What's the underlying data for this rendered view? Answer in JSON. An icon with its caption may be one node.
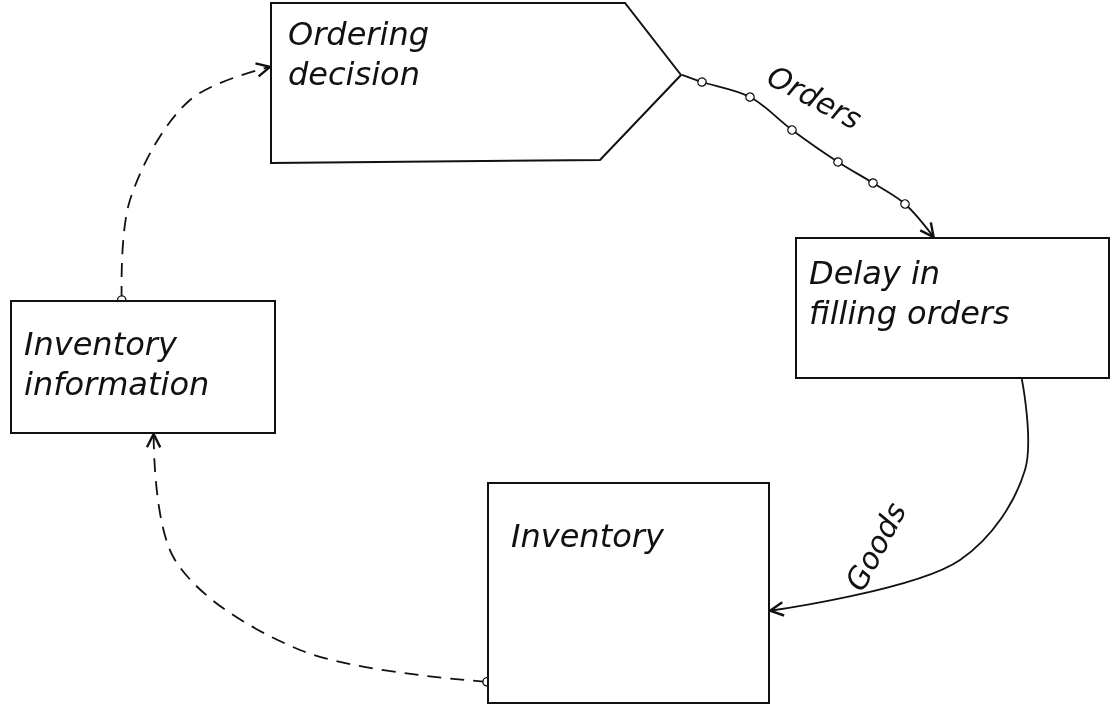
{
  "diagram": {
    "nodes": [
      {
        "text": [
          "Ordering decision"
        ]
      },
      {
        "text": [
          "Delay in filling orders"
        ]
      },
      {
        "text": [
          "Inventory information"
        ]
      },
      {
        "text": [
          "Inventory"
        ]
      }
    ],
    "edges": [
      {
        "from": 0,
        "to": 1,
        "arrow": "to",
        "label": "Orders"
      },
      {
        "from": 1,
        "to": 3,
        "arrow": "to",
        "label": "Goods"
      },
      {
        "from": 3,
        "to": 2,
        "arrow": "to",
        "style": "dashed"
      },
      {
        "from": 2,
        "to": 0,
        "arrow": "to",
        "style": "dashed"
      }
    ]
  }
}
